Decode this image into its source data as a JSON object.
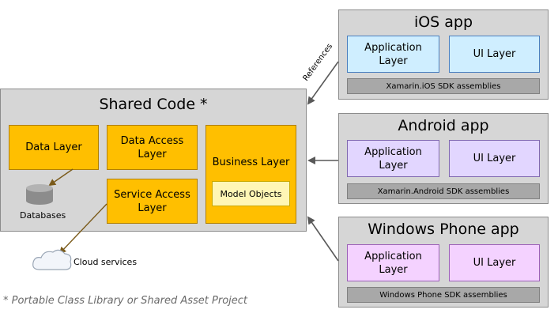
{
  "shared": {
    "title": "Shared Code *",
    "data_layer": "Data Layer",
    "data_access_layer": "Data Access Layer",
    "service_access_layer": "Service Access Layer",
    "business_layer": "Business Layer",
    "model_objects": "Model Objects",
    "databases": "Databases",
    "cloud_services": "Cloud services"
  },
  "ios": {
    "title": "iOS app",
    "application_layer": "Application Layer",
    "ui_layer": "UI Layer",
    "sdk": "Xamarin.iOS SDK assemblies"
  },
  "android": {
    "title": "Android app",
    "application_layer": "Application Layer",
    "ui_layer": "UI Layer",
    "sdk": "Xamarin.Android SDK assemblies"
  },
  "windows": {
    "title": "Windows Phone app",
    "application_layer": "Application Layer",
    "ui_layer": "UI Layer",
    "sdk": "Windows Phone SDK assemblies"
  },
  "references_label": "References",
  "footnote": "* Portable Class Library or Shared Asset Project",
  "colors": {
    "panel": "#d6d6d6",
    "orange": "#ffbf00",
    "ios_layer": "#cfeeff",
    "android_layer": "#e2d6ff",
    "windows_layer": "#f4d2ff",
    "arrow": "#595959",
    "brown_arrow": "#7a5a1a"
  }
}
